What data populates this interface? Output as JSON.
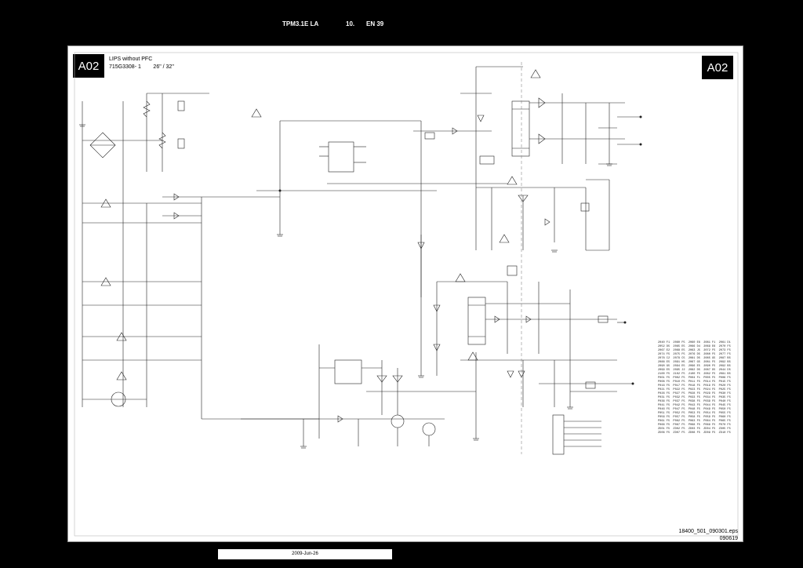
{
  "header": {
    "model": "TPM3.1E LA",
    "section": "10.",
    "page": "EN 39"
  },
  "sheet": {
    "label_left": "A02",
    "label_right": "A02",
    "title_line1": "LIPS without PFC",
    "title_line2": "715G3308- 1        26\" / 32\"",
    "filename": "18400_501_090301.eps",
    "file_code": "090619"
  },
  "part_list": "2040 F1  2060 F5  2060 E6  2081 F1  2061 D1\n2052 D5  2065 E5  2066 D4  2069 E6  2070 F5\n2067 E2  2068 E5  2063 J5  2072 F5  2073 F5\n2074 F5  2075 F5  2076 D5  2080 F5  2077 F5\n2078 C2  2079 C5  2081 D5  2085 G5  2087 B5\n2088 E5  2091 H5  2067 G5  2081 F5  2092 B5\n2090 G5  2094 E5  2096 E5  2090 F5  2092 B5\n2099 E5  2095 J2  2082 D5  2087 D5  2044 D5\n2100 F5  2102 F5  2100 F5  2082 F5  2081 B5\nP001 F5  P002 F5  P004 F1  P005 F5  P006 F5\nP008 F5  P010 F5  P011 F5  P014 F5  P015 F5\nP016 F5  P017 F5  P018 F5  P019 F5  P020 F5\nP021 F5  P022 F5  P023 F5  P024 F5  P025 F5\nP026 F5  P027 F5  P028 F5  P029 F5  P030 F5\nP031 F5  P032 F5  P033 F5  P034 F5  P035 F5\nP036 F5  P037 F5  P038 F5  P039 F5  P040 F5\nP041 F5  P042 F5  P043 F5  P044 F5  P045 F5\nP046 F5  P047 F5  P048 F5  P049 F5  P050 F5\nP051 F5  P052 F5  P053 F5  P054 F5  P055 F5\nP056 F5  P057 F5  P058 F5  P059 F5  P060 F5\nP061 F5  P062 F5  P063 F5  P064 F5  P065 F5\nP066 F5  P067 F5  P068 F5  P069 F5  P070 F5\nZD01 F5  ZD02 F5  ZD03 F5  ZD04 F5  ZD05 F5\nZD06 F5  ZD07 F5  ZD08 F5  ZD09 F5  ZD10 F5",
  "footer": {
    "date": "2009-Jun-26"
  }
}
